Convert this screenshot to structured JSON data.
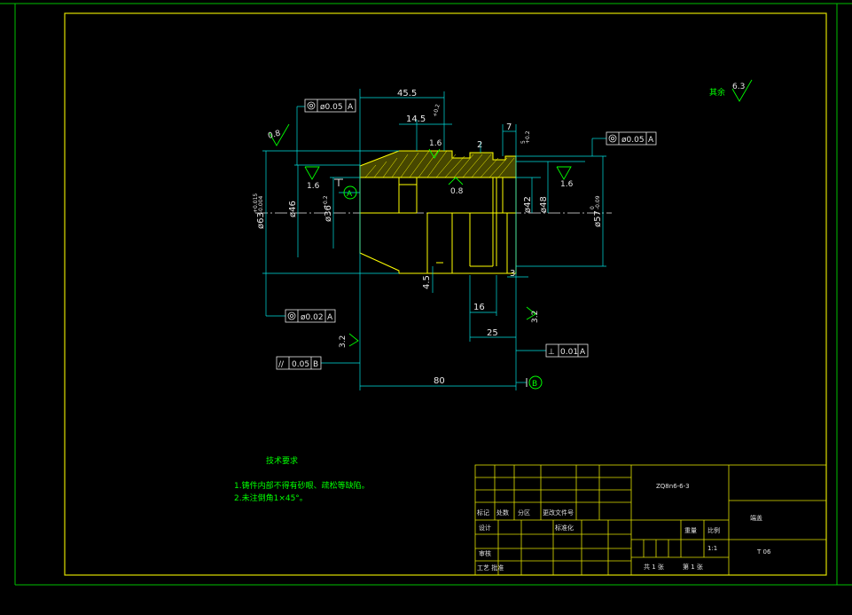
{
  "dimensions": {
    "d45_5": "45.5",
    "d14_5": "14.5",
    "d7": "7",
    "d2": "2",
    "d1_6": "1.6",
    "d80": "80",
    "d25": "25",
    "d16": "16",
    "d3": "3",
    "d4_5": "4.5",
    "dia46": "ø46",
    "dia63": "ø63",
    "dia36": "ø36",
    "dia42": "ø42",
    "dia48": "ø48",
    "dia57": "ø57",
    "dia63_tol_up": "+0.015",
    "dia63_tol_low": "-0.004",
    "dia57_tol_up": "0",
    "dia57_tol_low": "-0.09",
    "small1": "+0.2",
    "small2": "5",
    "small3": "+0.2",
    "dia36_tol": "+0.2"
  },
  "roughness": {
    "r0_8_left": "0.8",
    "r1_6_a": "1.6",
    "r1_6_b": "1.6",
    "r0_8_bore": "0.8",
    "r1_6_right": "1.6",
    "r3_2_bottom": "3.2",
    "r3_2_right": "3.2",
    "rest_label": "其余",
    "rest_value": "6.3"
  },
  "tolerances": {
    "top_left": {
      "value": "ø0.05",
      "datum": "A"
    },
    "top_right": {
      "value": "ø0.05",
      "datum": "A"
    },
    "bottom_left": {
      "value": "ø0.02",
      "datum": "A"
    },
    "parallel": {
      "symbol": "//",
      "value": "0.05",
      "datum": "B"
    },
    "perp": {
      "symbol": "⊥",
      "value": "0.01",
      "datum": "A"
    }
  },
  "datums": {
    "a": "A",
    "b": "B"
  },
  "notes": {
    "title": "技术要求",
    "line1": "1.铸件内部不得有砂眼、疏松等缺陷。",
    "line2": "2.未注倒角1×45°。"
  },
  "title_block": {
    "drawing_no": "ZQ8n6-6-3",
    "part_name": "端盖",
    "material": "T 06",
    "scale_label": "比例",
    "scale": "1:1",
    "weight_label": "重量",
    "sheets_total": "共 1 张",
    "sheet_no": "第 1 张",
    "row_mark": "标记",
    "row_count": "处数",
    "row_zone": "分区",
    "row_doc": "更改文件号",
    "design": "设计",
    "standard": "标准化",
    "review": "审核",
    "craft": "工艺 批准"
  }
}
